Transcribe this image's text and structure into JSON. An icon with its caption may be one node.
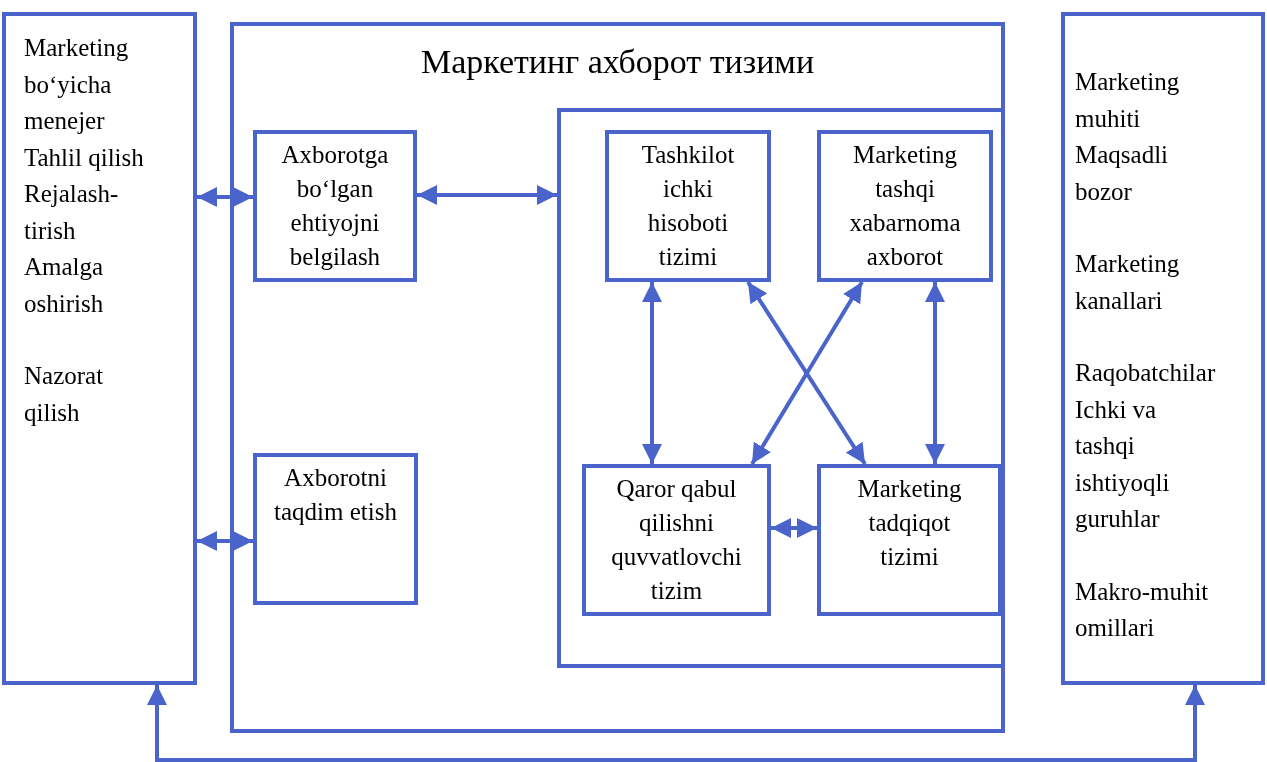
{
  "diagram": {
    "nodes": [
      {
        "text": [
          "Marketing bo‘yicha menejer",
          "Tahlil qilish",
          "Rejalash- tirish",
          "Amalga oshirish",
          "Nazorat qilish"
        ]
      },
      {
        "text": [
          "Маркетинг ахборот тизими"
        ]
      },
      {
        "text": [
          "Axborotga bo‘lgan ehtiyojni belgilash"
        ],
        "in": 1
      },
      {
        "text": [
          "Axborotni taqdim etish"
        ],
        "in": 1
      },
      {
        "text": [],
        "shape": "box",
        "in": 1
      },
      {
        "text": [
          "Tashkilot ichki hisoboti tizimi"
        ],
        "in": 4
      },
      {
        "text": [
          "Marketing tashqi xabarnoma axborot"
        ],
        "in": 4
      },
      {
        "text": [
          "Qaror qabul qilishni quvvatlovchi tizim"
        ],
        "in": 4
      },
      {
        "text": [
          "Marketing tadqiqot tizimi"
        ],
        "in": 4
      },
      {
        "text": [
          "Marketing muhiti",
          "Maqsadli bozor",
          "Marketing kanallari",
          "Raqobatchilar",
          "Ichki va tashqi ishtiyoqli guruhlar",
          "Makro-muhit omillari"
        ]
      }
    ],
    "edges": [
      {
        "from": 0,
        "to": 2,
        "arrow": "both"
      },
      {
        "from": 0,
        "to": 3,
        "arrow": "both"
      },
      {
        "from": 2,
        "to": 4,
        "arrow": "both"
      },
      {
        "from": 5,
        "to": 7,
        "arrow": "both"
      },
      {
        "from": 6,
        "to": 8,
        "arrow": "both"
      },
      {
        "from": 5,
        "to": 8,
        "arrow": "both"
      },
      {
        "from": 6,
        "to": 7,
        "arrow": "both"
      },
      {
        "from": 7,
        "to": 8,
        "arrow": "both"
      },
      {
        "from": 0,
        "to": 9,
        "arrow": "both"
      }
    ]
  }
}
